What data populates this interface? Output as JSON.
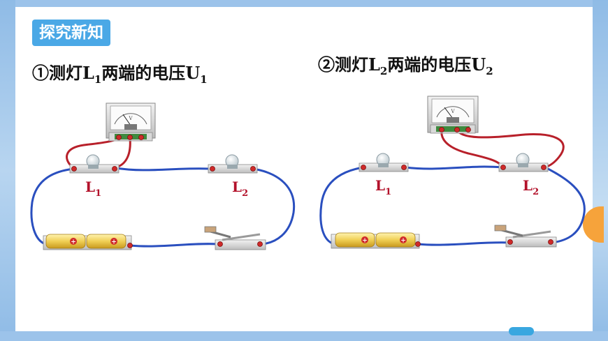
{
  "section_title": "探究新知",
  "experiment1": {
    "marker": "①",
    "text_before": "测灯",
    "var1": "L",
    "var1_sub": "1",
    "text_mid": "两端的电压",
    "var2": "U",
    "var2_sub": "1"
  },
  "experiment2": {
    "marker": "②",
    "text_before": "测灯",
    "var1": "L",
    "var1_sub": "2",
    "text_mid": "两端的电压",
    "var2": "U",
    "var2_sub": "2"
  },
  "circuit1": {
    "lamp1_label": "L",
    "lamp1_sub": "1",
    "lamp2_label": "L",
    "lamp2_sub": "2",
    "meter_symbol": "V"
  },
  "circuit2": {
    "lamp1_label": "L",
    "lamp1_sub": "1",
    "lamp2_label": "L",
    "lamp2_sub": "2",
    "meter_symbol": "V"
  },
  "colors": {
    "title_bg": "#4aa8e6",
    "wire_blue": "#2a4fbf",
    "wire_red": "#b8202a",
    "label_red": "#b3122b"
  }
}
